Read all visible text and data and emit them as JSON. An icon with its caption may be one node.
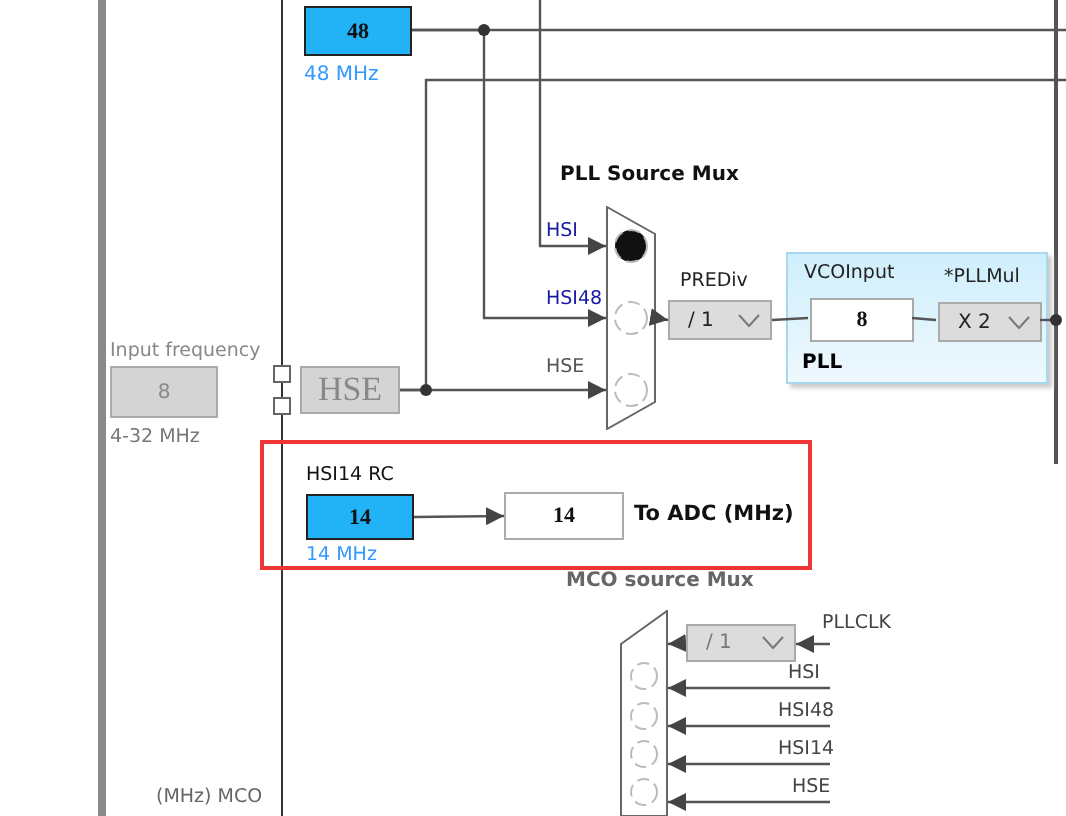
{
  "diagram": {
    "nodes": [
      {
        "text": [
          "48"
        ],
        "beside": [
          "48 MHz"
        ]
      },
      {
        "text": [
          "PLL Source Mux"
        ]
      },
      {
        "text": [
          "8"
        ],
        "beside": [
          "Input frequency",
          "4-32 MHz"
        ]
      },
      {
        "text": [
          "HSE"
        ]
      },
      {
        "text": [
          "/ 1"
        ],
        "beside": [
          "PREDiv"
        ]
      },
      {
        "text": [
          "PLL"
        ]
      },
      {
        "text": [
          "8"
        ],
        "in": 5,
        "beside": [
          "VCOInput"
        ]
      },
      {
        "text": [
          "X 2"
        ],
        "in": 5,
        "beside": [
          "*PLLMul"
        ]
      },
      {
        "text": [
          "14"
        ],
        "beside": [
          "HSI14 RC",
          "14 MHz"
        ]
      },
      {
        "text": [
          "14"
        ],
        "beside": [
          "To ADC (MHz)"
        ]
      },
      {
        "text": [
          "MCO source Mux"
        ]
      },
      {
        "text": [
          "/ 1"
        ]
      }
    ],
    "edges": [
      {
        "from": 0,
        "to": null,
        "arrow": "none"
      },
      {
        "from": 0,
        "to": 1,
        "arrow": "to",
        "label": "HSI48"
      },
      {
        "from": null,
        "to": 1,
        "arrow": "to",
        "label": "HSI"
      },
      {
        "from": 3,
        "to": 1,
        "arrow": "to",
        "label": "HSE"
      },
      {
        "from": 3,
        "to": null,
        "arrow": "none"
      },
      {
        "from": 1,
        "to": 4,
        "arrow": "to"
      },
      {
        "from": 4,
        "to": 6,
        "arrow": "none"
      },
      {
        "from": 6,
        "to": 7,
        "arrow": "none"
      },
      {
        "from": 7,
        "to": null,
        "arrow": "none"
      },
      {
        "from": 8,
        "to": 9,
        "arrow": "to"
      },
      {
        "from": null,
        "to": 11,
        "arrow": "to",
        "label": "PLLCLK"
      },
      {
        "from": 11,
        "to": 10,
        "arrow": "to"
      },
      {
        "from": null,
        "to": 10,
        "arrow": "to",
        "label": "HSI"
      },
      {
        "from": null,
        "to": 10,
        "arrow": "to",
        "label": "HSI48"
      },
      {
        "from": null,
        "to": 10,
        "arrow": "to",
        "label": "HSI14"
      },
      {
        "from": null,
        "to": 10,
        "arrow": "to",
        "label": "HSE"
      }
    ],
    "labels": [
      "(MHz) MCO"
    ]
  }
}
